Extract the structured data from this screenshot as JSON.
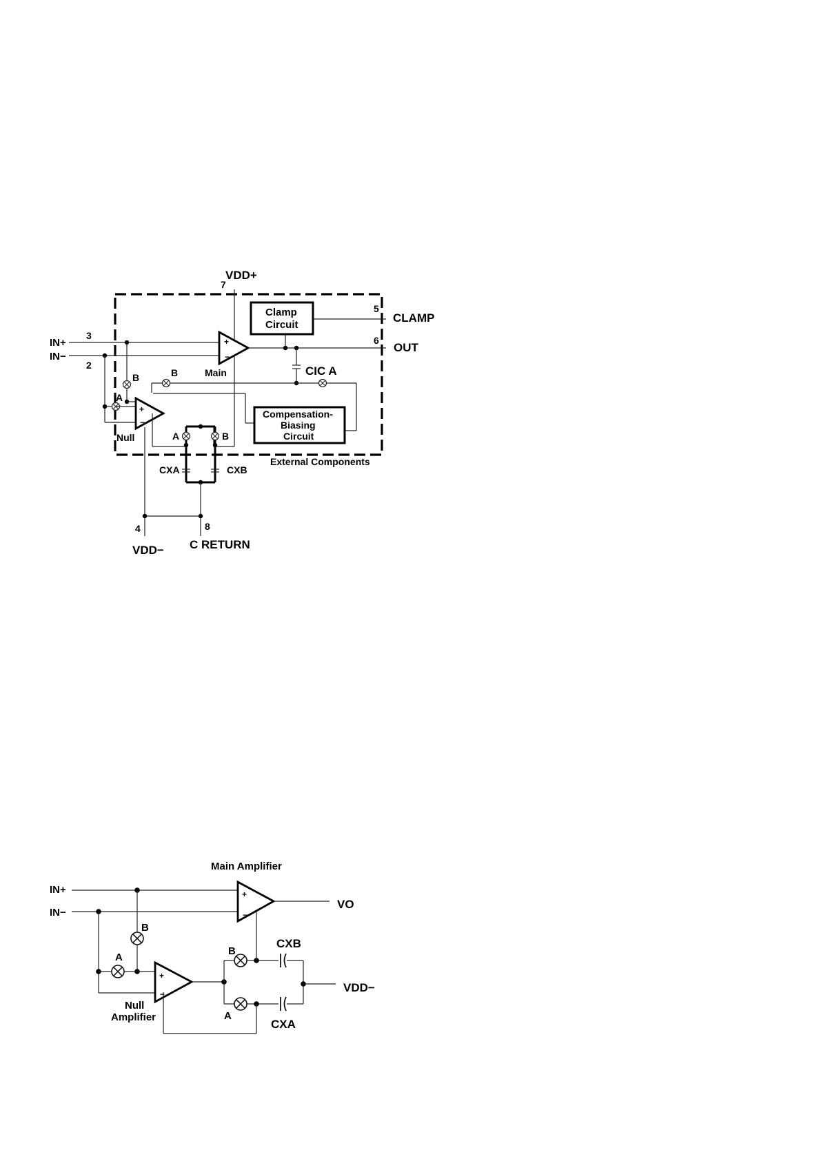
{
  "figure1": {
    "vdd_plus": "VDD+",
    "pin7": "7",
    "clamp_block_line1": "Clamp",
    "clamp_block_line2": "Circuit",
    "pin5": "5",
    "clamp_label": "CLAMP",
    "pin6": "6",
    "out_label": "OUT",
    "in_plus": "IN+",
    "in_minus": "IN−",
    "pin3": "3",
    "pin2": "2",
    "main_label": "Main",
    "null_label": "Null",
    "switch_b_left": "B",
    "switch_b_top": "B",
    "switch_a_left": "A",
    "switch_a_bottom": "A",
    "switch_b_bottom": "B",
    "cic_label": "CIC A",
    "comp_line1": "Compensation-",
    "comp_line2": "Biasing",
    "comp_line3": "Circuit",
    "external_label": "External Components",
    "cxa_label": "CXA",
    "cxb_label": "CXB",
    "pin4": "4",
    "pin8": "8",
    "vdd_minus": "VDD−",
    "c_return": "C RETURN"
  },
  "figure2": {
    "main_amp_label": "Main Amplifier",
    "in_plus": "IN+",
    "in_minus": "IN−",
    "vo_label": "VO",
    "switch_b": "B",
    "switch_a": "A",
    "switch_b2": "B",
    "switch_a2": "A",
    "cxb_label": "CXB",
    "cxa_label": "CXA",
    "vdd_minus": "VDD−",
    "null_amp_line1": "Null",
    "null_amp_line2": "Amplifier"
  }
}
